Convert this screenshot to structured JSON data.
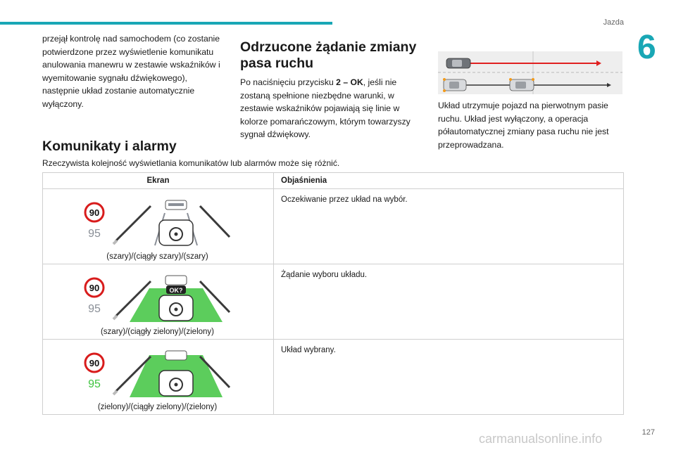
{
  "header": {
    "section": "Jazda",
    "chapter": "6"
  },
  "col1": {
    "text": "przejął kontrolę nad samochodem (co zostanie potwierdzone przez wyświetlenie komunikatu anulowania manewru w zestawie wskaźników i wyemitowanie sygnału dźwiękowego), następnie układ zostanie automatycznie wyłączony."
  },
  "col2": {
    "title": "Odrzucone żądanie zmiany pasa ruchu",
    "text_before": "Po naciśnięciu przycisku ",
    "text_bold": "2 – OK",
    "text_after": ", jeśli nie zostaną spełnione niezbędne warunki, w zestawie wskaźników pojawiają się linie w kolorze pomarańczowym, którym towarzyszy sygnał dźwiękowy."
  },
  "col3": {
    "text": "Układ utrzymuje pojazd na pierwotnym pasie ruchu. Układ jest wyłączony, a operacja półautomatycznej zmiany pasa ruchu nie jest przeprowadzana."
  },
  "alarms": {
    "title": "Komunikaty i alarmy",
    "intro": "Rzeczywista kolejność wyświetlania komunikatów lub alarmów może się różnić.",
    "headers": {
      "screen": "Ekran",
      "explanation": "Objaśnienia"
    },
    "rows": [
      {
        "sign_top": "90",
        "sign_bottom": "95",
        "ok_label": "",
        "caption": "(szary)/(ciągły szary)/(szary)",
        "explanation": "Oczekiwanie przez układ na wybór."
      },
      {
        "sign_top": "90",
        "sign_bottom": "95",
        "ok_label": "OK?",
        "caption": "(szary)/(ciągły zielony)/(zielony)",
        "explanation": "Żądanie wyboru układu."
      },
      {
        "sign_top": "90",
        "sign_bottom": "95",
        "ok_label": "",
        "caption": "(zielony)/(ciągły zielony)/(zielony)",
        "explanation": "Układ wybrany."
      }
    ]
  },
  "footer": {
    "page": "127",
    "watermark": "carmanualsonline.info"
  },
  "colors": {
    "accent": "#19a7b5",
    "red": "#e02020",
    "green": "#3fc43f",
    "grey": "#8a8f97"
  }
}
